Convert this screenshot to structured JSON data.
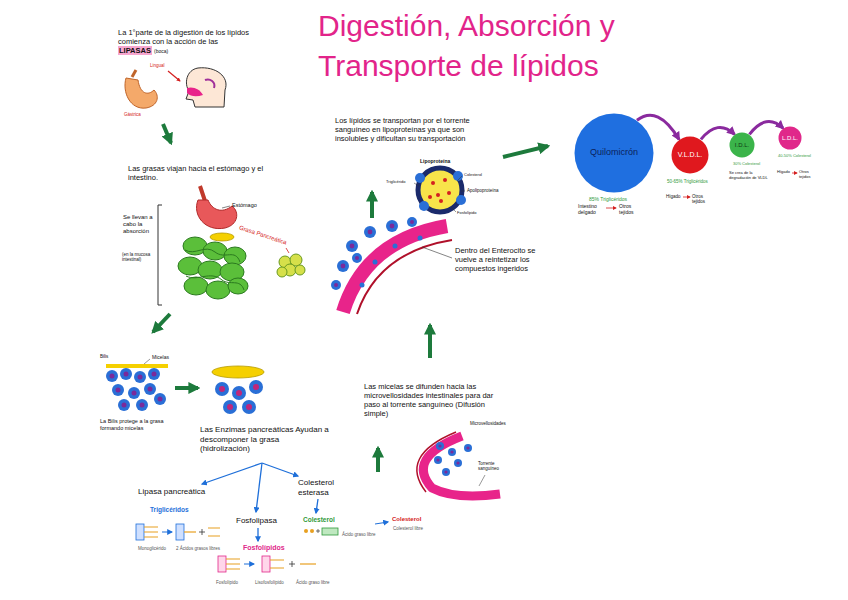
{
  "diagram": {
    "title": "Digestión, Absorción y Transporte de lípidos",
    "nodes": [
      {
        "text": [
          "Quilomicrón"
        ]
      },
      {
        "text": [
          "V.L.D.L."
        ]
      },
      {
        "text": [
          "I.D.L."
        ]
      },
      {
        "text": [
          "L.D.L."
        ]
      }
    ],
    "edges": [
      {
        "from": 0,
        "to": 1,
        "arrow": "to"
      },
      {
        "from": 1,
        "to": 2,
        "arrow": "to"
      },
      {
        "from": 2,
        "to": 3,
        "arrow": "to"
      }
    ],
    "labels": [
      "La 1°parte de la digestión de los lípidos comienza con la acción de las",
      "LIPASAS",
      "(boca)",
      "Lingual",
      "Gástrica",
      "Las grasas viajan hacia el estómago y el intestino.",
      "Se llevan a cabo la absorción",
      "(en la mucosa intestinal)",
      "Estómago",
      "Grasa Pancreática",
      "Micelas",
      "Bilis",
      "La Bilis protege a la grasa formando micelas",
      "Las Enzimas pancreáticas Ayudan a descomponer la grasa (hidrolización)",
      "Lipasa pancreática",
      "Fosfolipasa",
      "Colesterol esterasa",
      "Triglicéridos",
      "Monoglicérido",
      "2 Ácidos grasos libres",
      "Fosfolípidos",
      "Fosfolípido",
      "Lisofosfolípido",
      "Ácido graso libre",
      "Colesterol",
      "Ácido graso libre",
      "Colesterol",
      "Colesterol libre",
      "Las micelas se difunden hacia las microvellosidades intestinales para dar paso al torrente sanguíneo (Difusión simple)",
      "Microvellosidades",
      "Torrente sanguíneo",
      "Dentro del Enterocito se vuelve a reintetizar los compuestos ingeridos",
      "Los lípidos se transportan por el torrente sanguíneo en lipoproteínas ya que son insolubles y dificultan su transportación",
      "Lipoproteína",
      "Triglicérido",
      "Colesterol",
      "Apolipoproteína",
      "Fosfolípido",
      "85% Triglicéridos",
      "Intestino delgado",
      "Otros tejidos",
      "50-65% Triglicéridos",
      "Hígado",
      "Otros tejidos",
      "30% Colesterol",
      "Se crea de la degradación de VLDL",
      "40-50% Colesterol",
      "Hígado",
      "Otros tejidos"
    ]
  }
}
